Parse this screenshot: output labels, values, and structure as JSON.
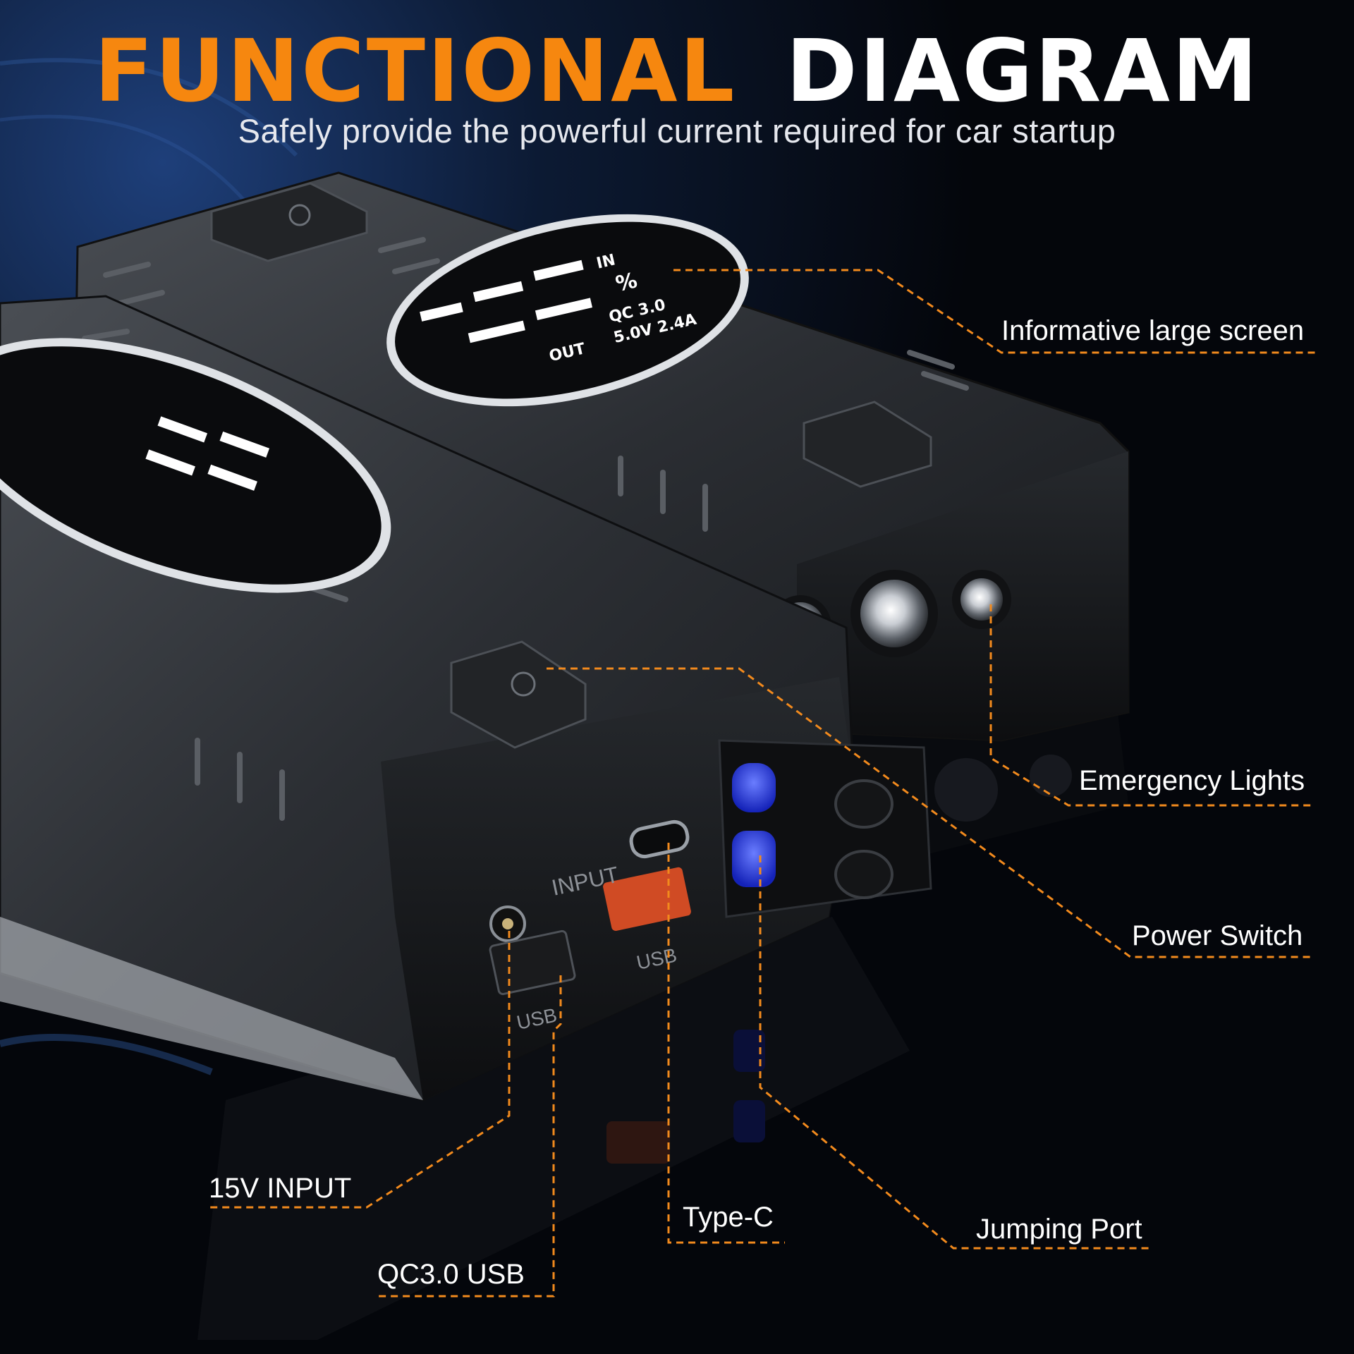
{
  "header": {
    "title_part1": "FUNCTIONAL",
    "title_part2": "DIAGRAM",
    "subtitle": "Safely provide the powerful current required for car startup"
  },
  "screen": {
    "in": "IN",
    "out": "OUT",
    "percent": "%",
    "qc": "QC 3.0",
    "spec": "5.0V 2.4A"
  },
  "ports": {
    "input": "INPUT",
    "usb": "USB"
  },
  "callouts": {
    "screen": "Informative large screen",
    "lights": "Emergency Lights",
    "power": "Power Switch",
    "input15v": "15V INPUT",
    "typec": "Type-C",
    "jump": "Jumping Port",
    "qcusb": "QC3.0 USB"
  },
  "colors": {
    "accent": "#f6870f",
    "leader": "#f28a1d",
    "body": "#2f3236",
    "blue_port": "#1f2fd8"
  }
}
